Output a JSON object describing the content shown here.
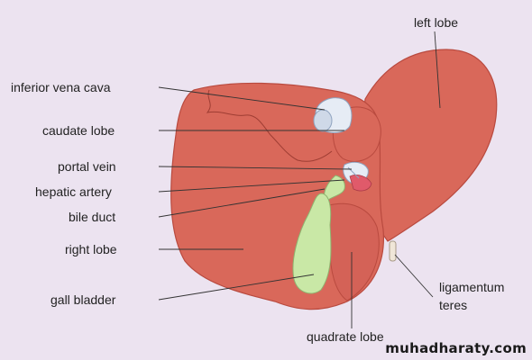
{
  "labels": {
    "left_lobe": "left lobe",
    "inferior_vena_cava": "inferior vena cava",
    "caudate_lobe": "caudate lobe",
    "portal_vein": "portal vein",
    "hepatic_artery": "hepatic artery",
    "bile_duct": "bile duct",
    "right_lobe": "right lobe",
    "gall_bladder": "gall bladder",
    "ligamentum_line1": "ligamentum",
    "ligamentum_line2": "teres",
    "quadrate_lobe": "quadrate lobe"
  },
  "watermark": "muhadharaty.com",
  "colors": {
    "background": "#ece3f0",
    "liver": "#d9685a",
    "liver_edge": "#b94a3f",
    "gall_bladder": "#c9e8a6",
    "vessel": "#e6ecf5",
    "leader_line": "#333333"
  }
}
